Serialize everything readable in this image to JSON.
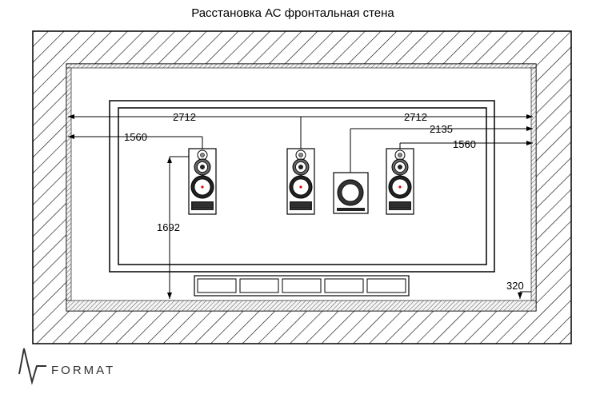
{
  "title": "Расстановка АС фронтальная стена",
  "dimensions": {
    "left_wall_to_center": "2712",
    "center_to_right_wall": "2712",
    "left_wall_to_left_speaker": "1560",
    "sub_to_right_wall": "2135",
    "right_speaker_to_right_wall": "1560",
    "floor_to_speaker_height": "1692",
    "floor_to_tv_stand": "320"
  },
  "brand": {
    "name": "FORMAT",
    "logo_icon": "waveform-logo-icon"
  }
}
